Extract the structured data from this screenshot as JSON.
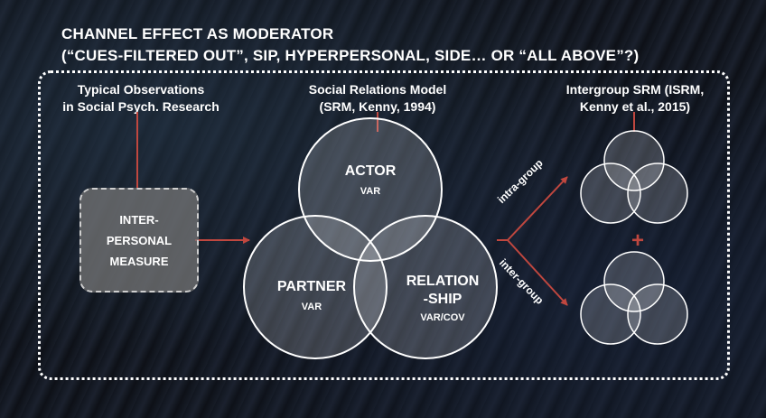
{
  "title": {
    "line1": "CHANNEL EFFECT AS MODERATOR",
    "line2": "(“CUES-FILTERED OUT”, SIP, HYPERPERSONAL, SIDE… OR “ALL ABOVE”?)"
  },
  "left": {
    "heading_line1": "Typical Observations",
    "heading_line2": "in Social Psych. Research",
    "box_label": "INTER-\nPERSONAL\nMEASURE"
  },
  "center": {
    "heading_line1": "Social Relations Model",
    "heading_line2": "(SRM, Kenny, 1994)",
    "actor": {
      "label": "ACTOR",
      "sub": "VAR"
    },
    "partner": {
      "label": "PARTNER",
      "sub": "VAR"
    },
    "relationship": {
      "label_line1": "RELATION",
      "label_line2": "-SHIP",
      "sub": "VAR/COV"
    }
  },
  "right": {
    "heading_line1": "Intergroup SRM (ISRM,",
    "heading_line2": "Kenny et al., 2015)",
    "intra_label": "intra-group",
    "inter_label": "inter-group",
    "plus": "+"
  },
  "colors": {
    "arrow": "#c0473f",
    "circle_fill": "rgba(255,255,255,0.18)",
    "circle_stroke": "#ffffff"
  }
}
